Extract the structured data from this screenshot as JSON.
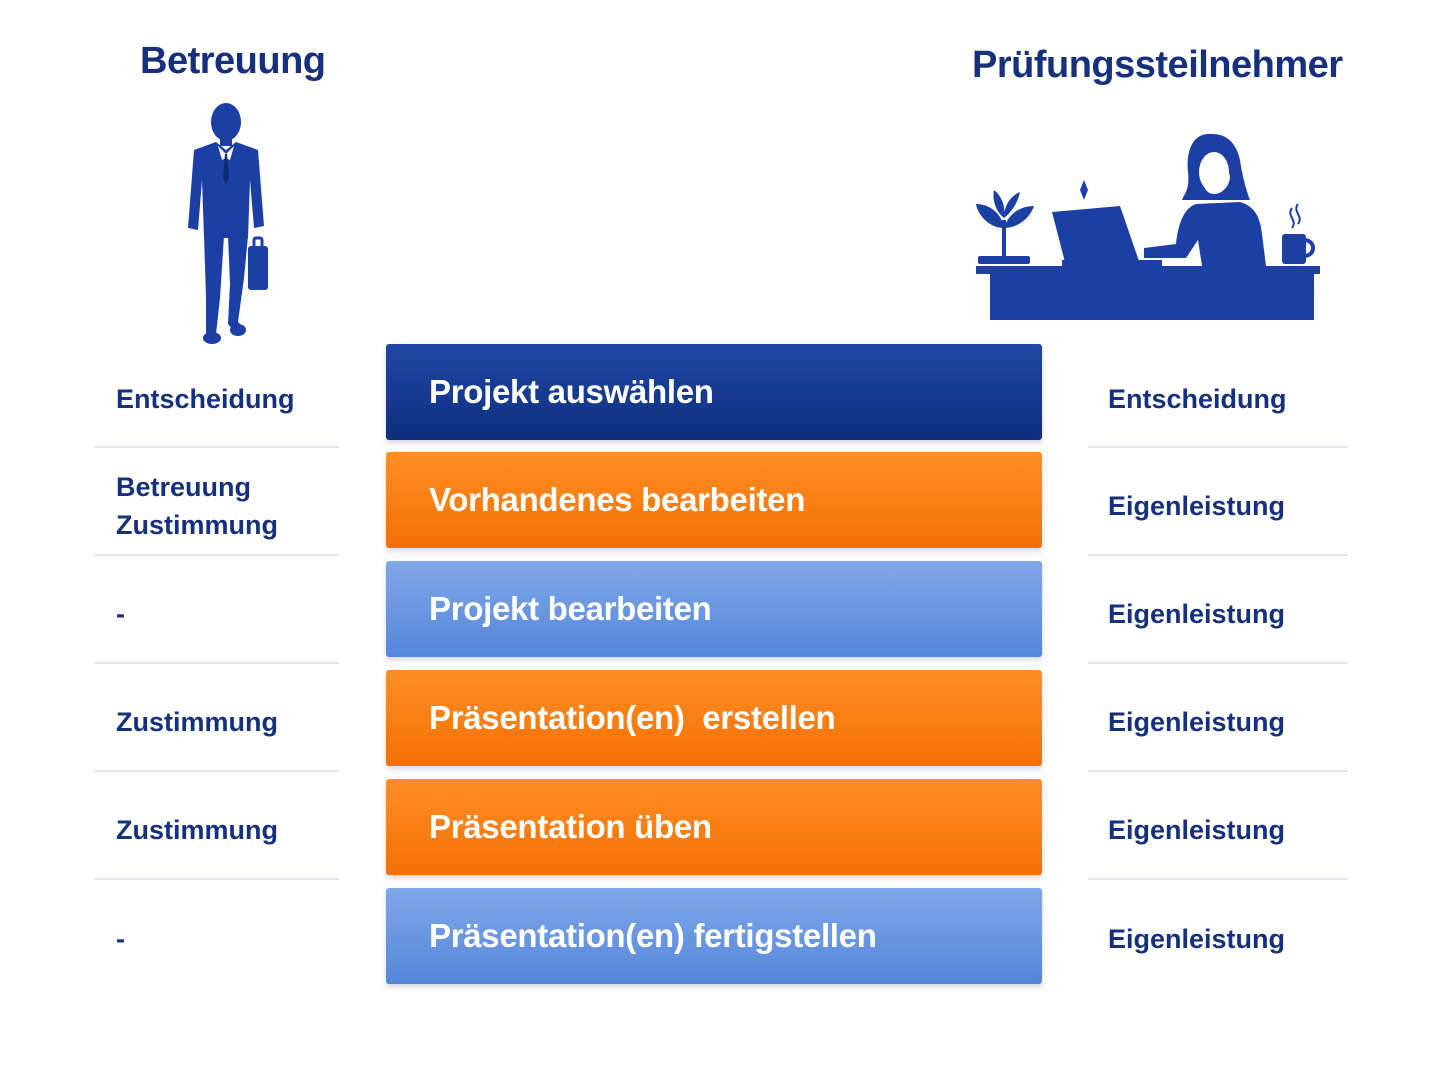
{
  "left_column": {
    "title": "Betreuung",
    "icon": "businessman-with-briefcase-icon",
    "rows": [
      [
        "Entscheidung"
      ],
      [
        "Betreuung",
        "Zustimmung"
      ],
      [
        "-"
      ],
      [
        "Zustimmung"
      ],
      [
        "Zustimmung"
      ],
      [
        "-"
      ]
    ]
  },
  "right_column": {
    "title": "Prüfungssteilnehmer",
    "icon": "woman-at-laptop-desk-icon",
    "rows": [
      "Entscheidung",
      "Eigenleistung",
      "Eigenleistung",
      "Eigenleistung",
      "Eigenleistung",
      "Eigenleistung"
    ]
  },
  "steps": [
    {
      "label": "Projekt auswählen",
      "style": "navy"
    },
    {
      "label": "Vorhandenes bearbeiten",
      "style": "orange"
    },
    {
      "label": "Projekt bearbeiten",
      "style": "blue"
    },
    {
      "label": "Präsentation(en)  erstellen",
      "style": "orange"
    },
    {
      "label": "Präsentation üben",
      "style": "orange"
    },
    {
      "label": "Präsentation(en) fertigstellen",
      "style": "blue"
    }
  ],
  "colors": {
    "navy": "#16307e",
    "orange": "#f77b10",
    "light_blue": "#6a97e0",
    "figure": "#1c3fa6"
  }
}
